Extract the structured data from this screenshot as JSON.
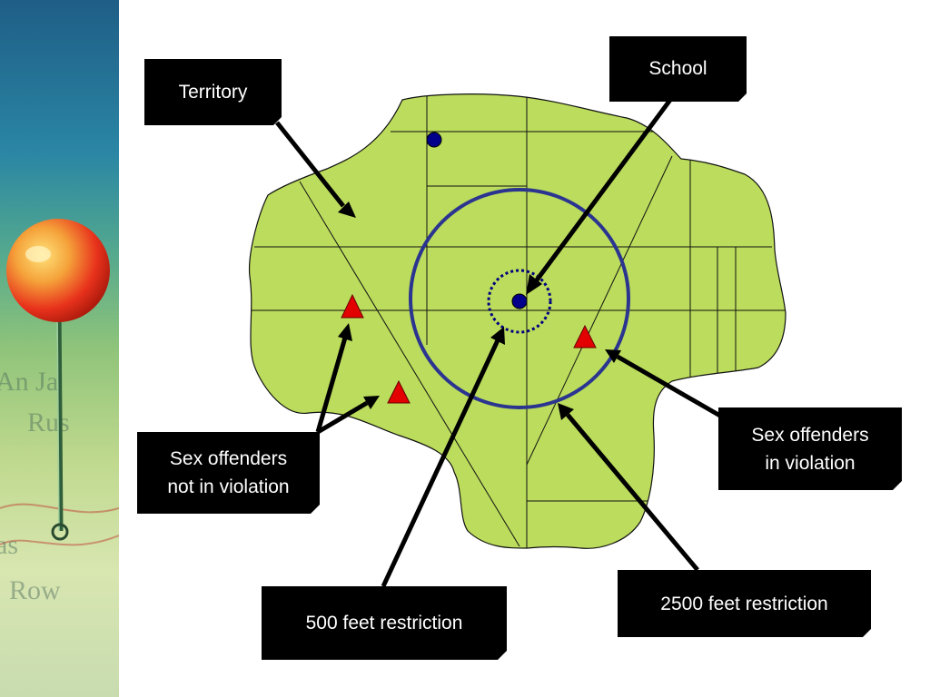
{
  "labels": {
    "territory": "Territory",
    "school": "School",
    "offenders_not_in_violation": "Sex offenders\nnot in violation",
    "offenders_in_violation": "Sex offenders\nin violation",
    "restriction_500": "500 feet restriction",
    "restriction_2500": "2500 feet restriction"
  },
  "colors": {
    "territory_fill": "#bbdc5c",
    "circle_2500": "#2b3590",
    "circle_500": "#000080",
    "offender_marker": "#e30000",
    "label_box": "#000000"
  },
  "sidebar": {
    "icon": "map-pin-icon"
  }
}
